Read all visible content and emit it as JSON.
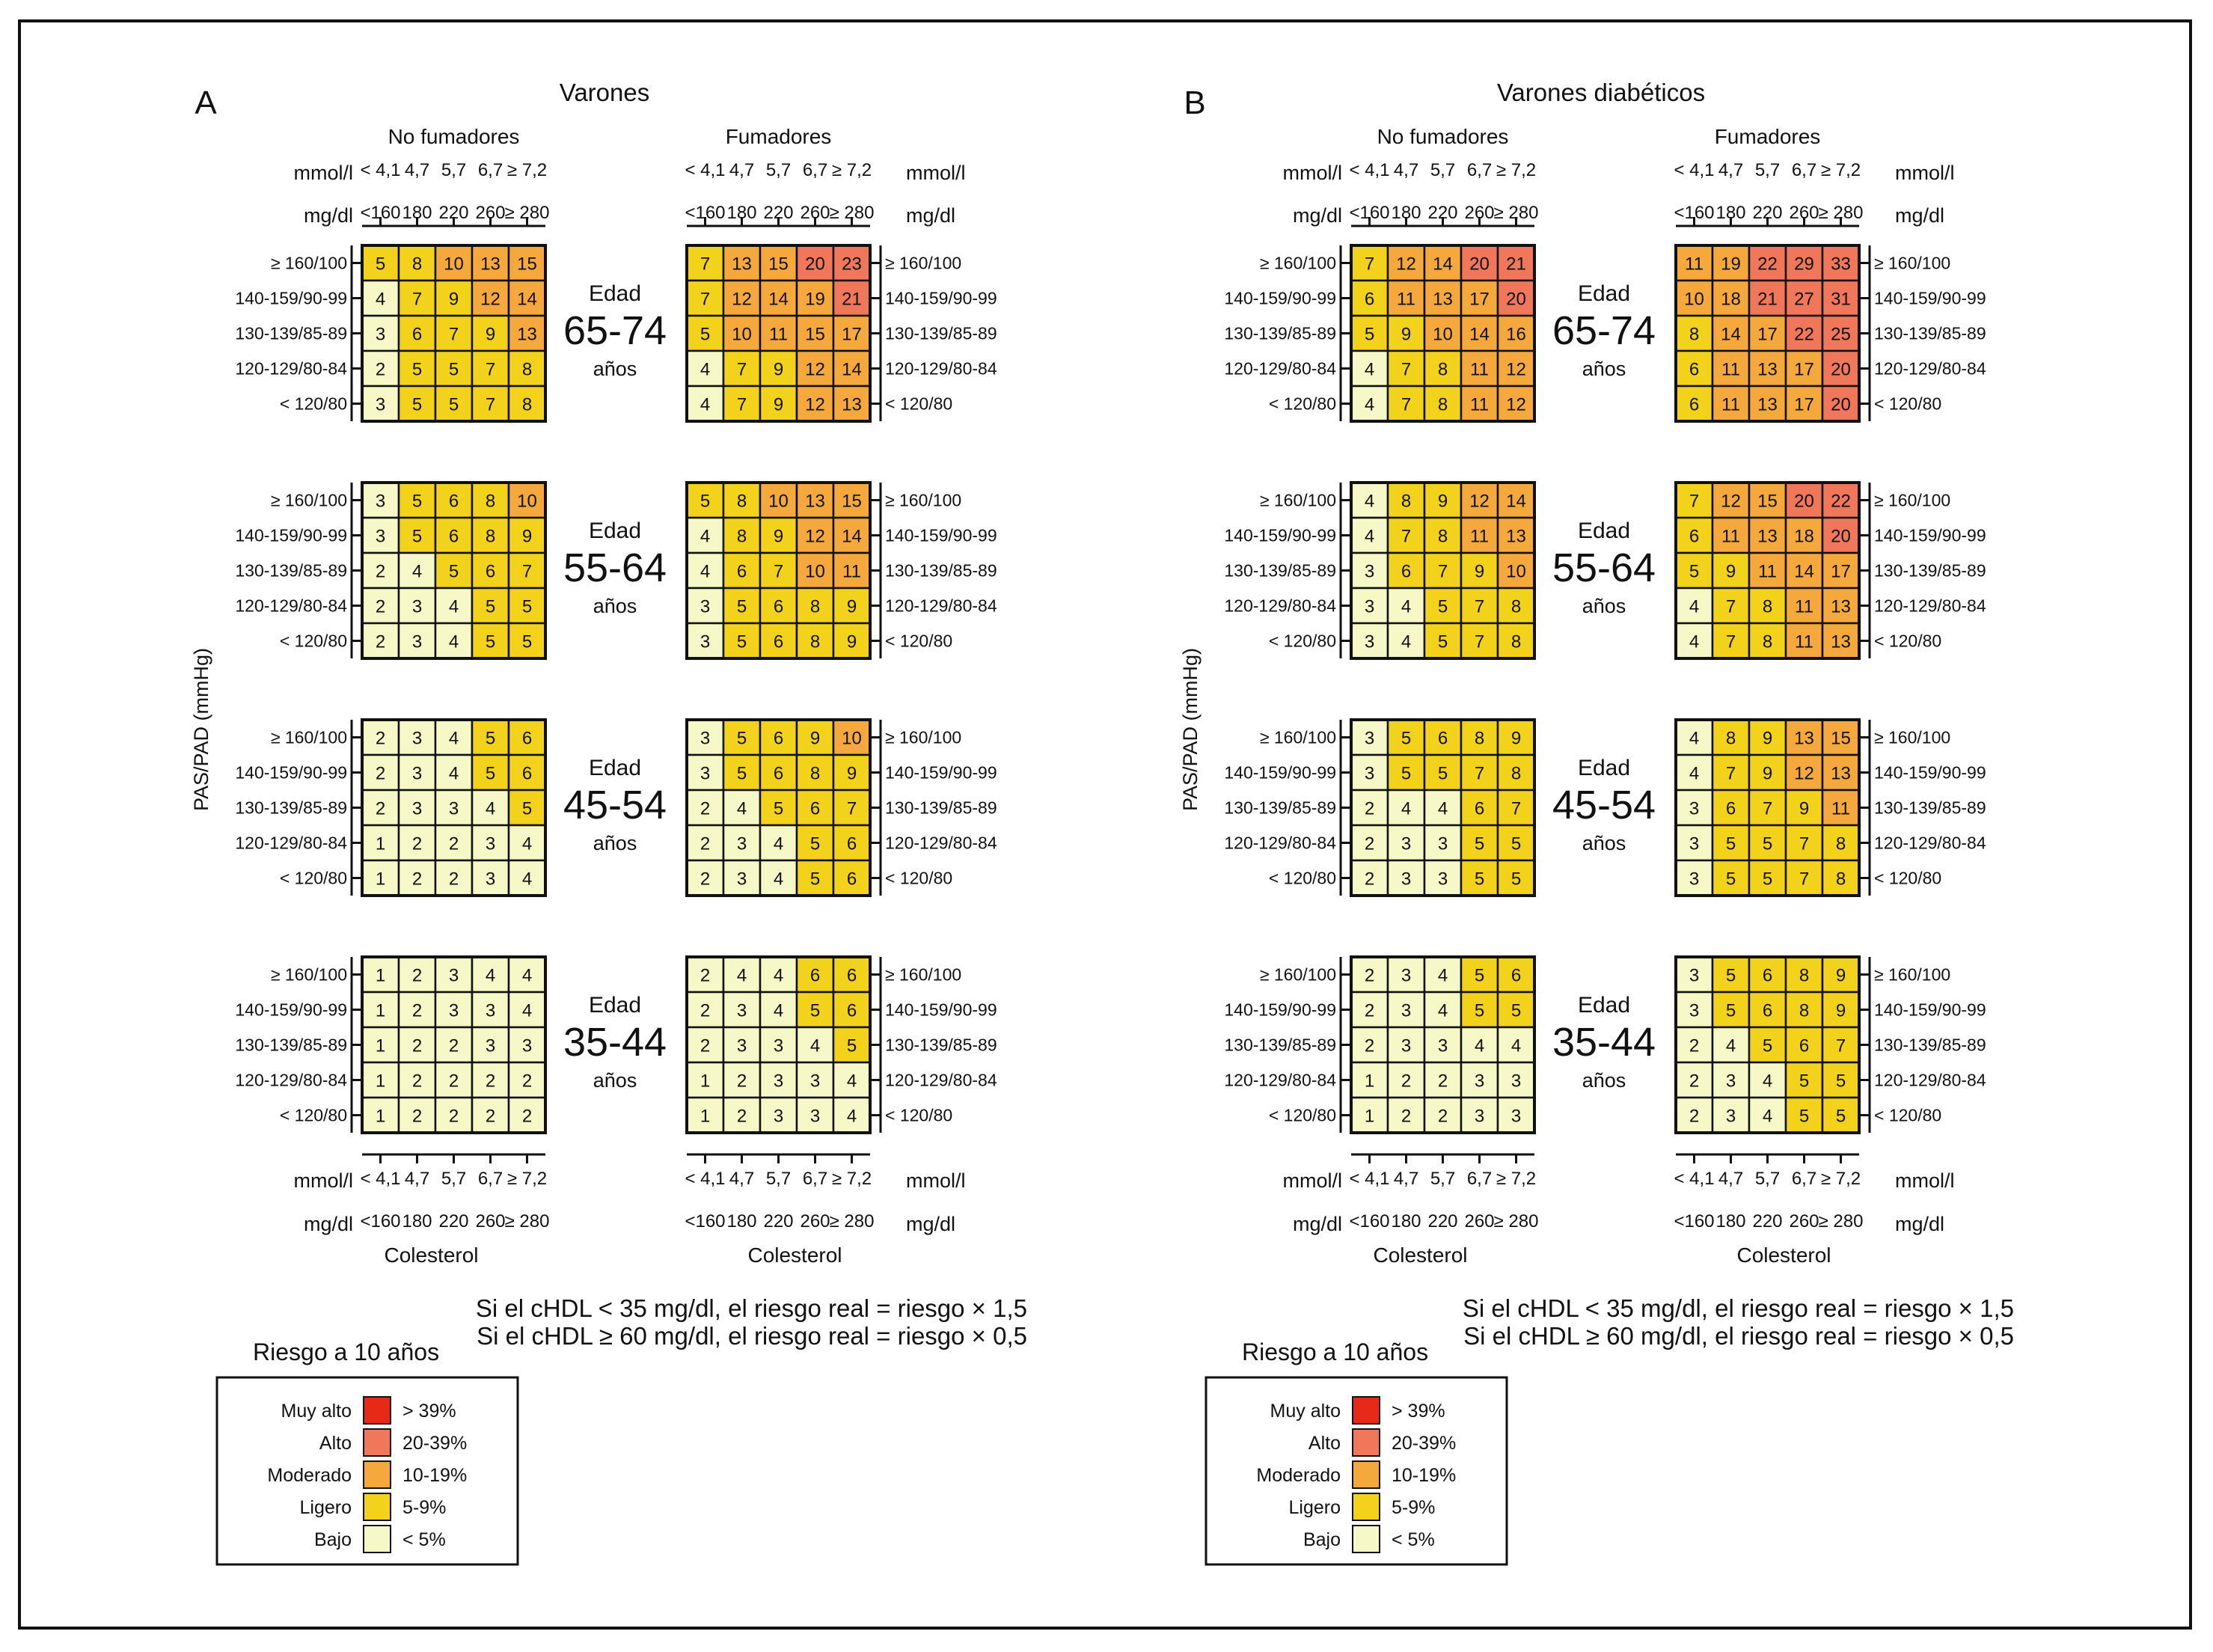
{
  "chart_data": [
    {
      "type": "heatmap",
      "panel_letter": "A",
      "title": "Varones",
      "groups": [
        "No fumadores",
        "Fumadores"
      ],
      "cholesterol_mmol": [
        "< 4,1",
        "4,7",
        "5,7",
        "6,7",
        "≥ 7,2"
      ],
      "cholesterol_mgdl": [
        "<160",
        "180",
        "220",
        "260",
        "≥ 280"
      ],
      "unit_mmol": "mmol/l",
      "unit_mgdl": "mg/dl",
      "xlabel": "Colesterol",
      "ylabel": "PAS/PAD (mmHg)",
      "bp_rows": [
        "≥ 160/100",
        "140-159/90-99",
        "130-139/85-89",
        "120-129/80-84",
        "< 120/80"
      ],
      "age_word": "Edad",
      "age_unit": "años",
      "ages": [
        {
          "range": "65-74",
          "no_smoker": [
            [
              5,
              8,
              10,
              13,
              15
            ],
            [
              4,
              7,
              9,
              12,
              14
            ],
            [
              3,
              6,
              7,
              9,
              13
            ],
            [
              2,
              5,
              5,
              7,
              8
            ],
            [
              3,
              5,
              5,
              7,
              8
            ]
          ],
          "smoker": [
            [
              7,
              13,
              15,
              20,
              23
            ],
            [
              7,
              12,
              14,
              19,
              21
            ],
            [
              5,
              10,
              11,
              15,
              17
            ],
            [
              4,
              7,
              9,
              12,
              14
            ],
            [
              4,
              7,
              9,
              12,
              13
            ]
          ]
        },
        {
          "range": "55-64",
          "no_smoker": [
            [
              3,
              5,
              6,
              8,
              10
            ],
            [
              3,
              5,
              6,
              8,
              9
            ],
            [
              2,
              4,
              5,
              6,
              7
            ],
            [
              2,
              3,
              4,
              5,
              5
            ],
            [
              2,
              3,
              4,
              5,
              5
            ]
          ],
          "smoker": [
            [
              5,
              8,
              10,
              13,
              15
            ],
            [
              4,
              8,
              9,
              12,
              14
            ],
            [
              4,
              6,
              7,
              10,
              11
            ],
            [
              3,
              5,
              6,
              8,
              9
            ],
            [
              3,
              5,
              6,
              8,
              9
            ]
          ]
        },
        {
          "range": "45-54",
          "no_smoker": [
            [
              2,
              3,
              4,
              5,
              6
            ],
            [
              2,
              3,
              4,
              5,
              6
            ],
            [
              2,
              3,
              3,
              4,
              5
            ],
            [
              1,
              2,
              2,
              3,
              4
            ],
            [
              1,
              2,
              2,
              3,
              4
            ]
          ],
          "smoker": [
            [
              3,
              5,
              6,
              9,
              10
            ],
            [
              3,
              5,
              6,
              8,
              9
            ],
            [
              2,
              4,
              5,
              6,
              7
            ],
            [
              2,
              3,
              4,
              5,
              6
            ],
            [
              2,
              3,
              4,
              5,
              6
            ]
          ]
        },
        {
          "range": "35-44",
          "no_smoker": [
            [
              1,
              2,
              3,
              4,
              4
            ],
            [
              1,
              2,
              3,
              3,
              4
            ],
            [
              1,
              2,
              2,
              3,
              3
            ],
            [
              1,
              2,
              2,
              2,
              2
            ],
            [
              1,
              2,
              2,
              2,
              2
            ]
          ],
          "smoker": [
            [
              2,
              4,
              4,
              6,
              6
            ],
            [
              2,
              3,
              4,
              5,
              6
            ],
            [
              2,
              3,
              3,
              4,
              5
            ],
            [
              1,
              2,
              3,
              3,
              4
            ],
            [
              1,
              2,
              3,
              3,
              4
            ]
          ]
        }
      ],
      "notes": [
        "Si el cHDL < 35 mg/dl, el riesgo real = riesgo × 1,5",
        "Si el cHDL ≥ 60 mg/dl, el riesgo real = riesgo × 0,5"
      ]
    },
    {
      "type": "heatmap",
      "panel_letter": "B",
      "title": "Varones diabéticos",
      "groups": [
        "No fumadores",
        "Fumadores"
      ],
      "cholesterol_mmol": [
        "< 4,1",
        "4,7",
        "5,7",
        "6,7",
        "≥ 7,2"
      ],
      "cholesterol_mgdl": [
        "<160",
        "180",
        "220",
        "260",
        "≥ 280"
      ],
      "unit_mmol": "mmol/l",
      "unit_mgdl": "mg/dl",
      "xlabel": "Colesterol",
      "ylabel": "PAS/PAD (mmHg)",
      "bp_rows": [
        "≥ 160/100",
        "140-159/90-99",
        "130-139/85-89",
        "120-129/80-84",
        "< 120/80"
      ],
      "age_word": "Edad",
      "age_unit": "años",
      "ages": [
        {
          "range": "65-74",
          "no_smoker": [
            [
              7,
              12,
              14,
              20,
              21
            ],
            [
              6,
              11,
              13,
              17,
              20
            ],
            [
              5,
              9,
              10,
              14,
              16
            ],
            [
              4,
              7,
              8,
              11,
              12
            ],
            [
              4,
              7,
              8,
              11,
              12
            ]
          ],
          "smoker": [
            [
              11,
              19,
              22,
              29,
              33
            ],
            [
              10,
              18,
              21,
              27,
              31
            ],
            [
              8,
              14,
              17,
              22,
              25
            ],
            [
              6,
              11,
              13,
              17,
              20
            ],
            [
              6,
              11,
              13,
              17,
              20
            ]
          ]
        },
        {
          "range": "55-64",
          "no_smoker": [
            [
              4,
              8,
              9,
              12,
              14
            ],
            [
              4,
              7,
              8,
              11,
              13
            ],
            [
              3,
              6,
              7,
              9,
              10
            ],
            [
              3,
              4,
              5,
              7,
              8
            ],
            [
              3,
              4,
              5,
              7,
              8
            ]
          ],
          "smoker": [
            [
              7,
              12,
              15,
              20,
              22
            ],
            [
              6,
              11,
              13,
              18,
              20
            ],
            [
              5,
              9,
              11,
              14,
              17
            ],
            [
              4,
              7,
              8,
              11,
              13
            ],
            [
              4,
              7,
              8,
              11,
              13
            ]
          ]
        },
        {
          "range": "45-54",
          "no_smoker": [
            [
              3,
              5,
              6,
              8,
              9
            ],
            [
              3,
              5,
              5,
              7,
              8
            ],
            [
              2,
              4,
              4,
              6,
              7
            ],
            [
              2,
              3,
              3,
              5,
              5
            ],
            [
              2,
              3,
              3,
              5,
              5
            ]
          ],
          "smoker": [
            [
              4,
              8,
              9,
              13,
              15
            ],
            [
              4,
              7,
              9,
              12,
              13
            ],
            [
              3,
              6,
              7,
              9,
              11
            ],
            [
              3,
              5,
              5,
              7,
              8
            ],
            [
              3,
              5,
              5,
              7,
              8
            ]
          ]
        },
        {
          "range": "35-44",
          "no_smoker": [
            [
              2,
              3,
              4,
              5,
              6
            ],
            [
              2,
              3,
              4,
              5,
              5
            ],
            [
              2,
              3,
              3,
              4,
              4
            ],
            [
              1,
              2,
              2,
              3,
              3
            ],
            [
              1,
              2,
              2,
              3,
              3
            ]
          ],
          "smoker": [
            [
              3,
              5,
              6,
              8,
              9
            ],
            [
              3,
              5,
              6,
              8,
              9
            ],
            [
              2,
              4,
              5,
              6,
              7
            ],
            [
              2,
              3,
              4,
              5,
              5
            ],
            [
              2,
              3,
              4,
              5,
              5
            ]
          ]
        }
      ],
      "notes": [
        "Si el cHDL < 35 mg/dl, el riesgo real = riesgo × 1,5",
        "Si el cHDL ≥ 60 mg/dl, el riesgo real = riesgo × 0,5"
      ]
    }
  ],
  "legend": {
    "title": "Riesgo a 10 años",
    "levels": [
      {
        "name": "Muy alto",
        "range": "> 39%",
        "color": "#e62a17"
      },
      {
        "name": "Alto",
        "range": "20-39%",
        "color": "#f1775a"
      },
      {
        "name": "Moderado",
        "range": "10-19%",
        "color": "#f5a83c"
      },
      {
        "name": "Ligero",
        "range": "5-9%",
        "color": "#f3d21c"
      },
      {
        "name": "Bajo",
        "range": "< 5%",
        "color": "#f6f9c7"
      }
    ]
  }
}
